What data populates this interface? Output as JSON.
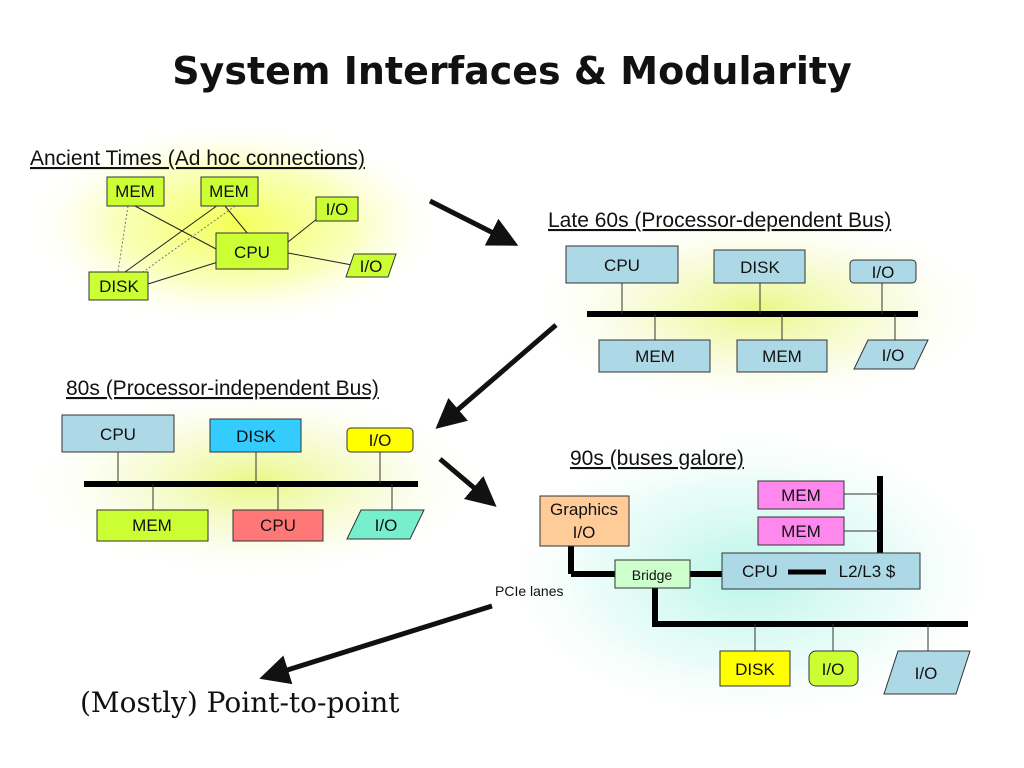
{
  "title": "System Interfaces & Modularity",
  "colors": {
    "green": "#ccff33",
    "blue": "#add8e6",
    "cyan_disk": "#33ccff",
    "yellow": "#ffff00",
    "red": "#ff7777",
    "mint": "#77eecc",
    "pink": "#ff88ee",
    "orange": "#ffcc99",
    "bridge": "#ccffcc"
  },
  "ancient": {
    "heading": "Ancient Times (Ad hoc connections)",
    "mem1": "MEM",
    "mem2": "MEM",
    "io1": "I/O",
    "cpu": "CPU",
    "io2": "I/O",
    "disk": "DISK"
  },
  "late60s": {
    "heading": "Late 60s (Processor-dependent Bus)",
    "cpu": "CPU",
    "disk": "DISK",
    "io_top": "I/O",
    "mem1": "MEM",
    "mem2": "MEM",
    "io_bottom": "I/O"
  },
  "eighties": {
    "heading": "80s (Processor-independent Bus)",
    "cpu": "CPU",
    "disk": "DISK",
    "io_top": "I/O",
    "mem": "MEM",
    "cpu2": "CPU",
    "io_bottom": "I/O"
  },
  "nineties": {
    "heading": "90s (buses galore)",
    "mem1": "MEM",
    "mem2": "MEM",
    "graphics_line1": "Graphics",
    "graphics_line2": "I/O",
    "bridge": "Bridge",
    "cpu": "CPU",
    "cache": "L2/L3 $",
    "pcie": "PCIe lanes",
    "disk": "DISK",
    "io1": "I/O",
    "io2": "I/O"
  },
  "caption": "(Mostly) Point-to-point"
}
